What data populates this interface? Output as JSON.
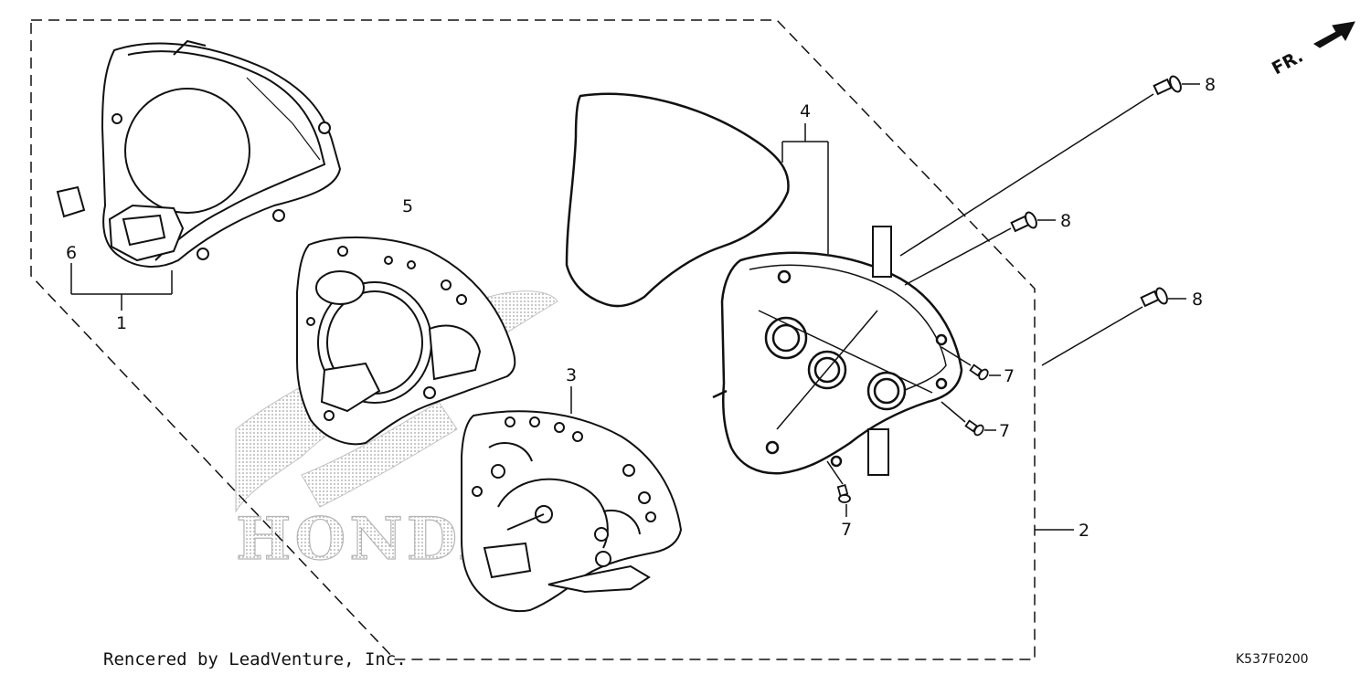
{
  "footer": {
    "credit": "Rencered by LeadVenture, Inc.",
    "code": "K537F0200"
  },
  "direction": {
    "label": "FR."
  },
  "watermark": {
    "text": "HONDA"
  },
  "callouts": {
    "c1": "1",
    "c2": "2",
    "c3": "3",
    "c4": "4",
    "c5": "5",
    "c6": "6",
    "c7a": "7",
    "c7b": "7",
    "c7c": "7",
    "c8a": "8",
    "c8b": "8",
    "c8c": "8"
  },
  "colors": {
    "line": "#111111",
    "watermark": "#b5b5b5"
  }
}
